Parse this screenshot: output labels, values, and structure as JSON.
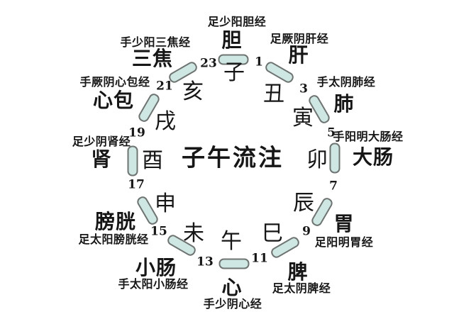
{
  "title": "子午流注",
  "colors": {
    "background": "#ffffff",
    "text": "#161616",
    "tick_fill": "#cfe7e3",
    "tick_border": "#6e7472"
  },
  "clock": {
    "sectors": [
      {
        "branch": "子",
        "organ": "胆",
        "meridian": "足少阳胆经"
      },
      {
        "branch": "丑",
        "organ": "肝",
        "meridian": "足厥阴肝经"
      },
      {
        "branch": "寅",
        "organ": "肺",
        "meridian": "手太阴肺经"
      },
      {
        "branch": "卯",
        "organ": "大肠",
        "meridian": "手阳明大肠经"
      },
      {
        "branch": "辰",
        "organ": "胃",
        "meridian": "足阳明胃经"
      },
      {
        "branch": "巳",
        "organ": "脾",
        "meridian": "足太阴脾经"
      },
      {
        "branch": "午",
        "organ": "心",
        "meridian": "手少阴心经"
      },
      {
        "branch": "未",
        "organ": "小肠",
        "meridian": "手太阳小肠经"
      },
      {
        "branch": "申",
        "organ": "膀胱",
        "meridian": "足太阳膀胱经"
      },
      {
        "branch": "酉",
        "organ": "肾",
        "meridian": "足少阴肾经"
      },
      {
        "branch": "戌",
        "organ": "心包",
        "meridian": "手厥阴心包经"
      },
      {
        "branch": "亥",
        "organ": "三焦",
        "meridian": "手少阳三焦经"
      }
    ],
    "hours": [
      "23",
      "1",
      "3",
      "5",
      "7",
      "9",
      "11",
      "13",
      "15",
      "17",
      "19",
      "21"
    ]
  }
}
